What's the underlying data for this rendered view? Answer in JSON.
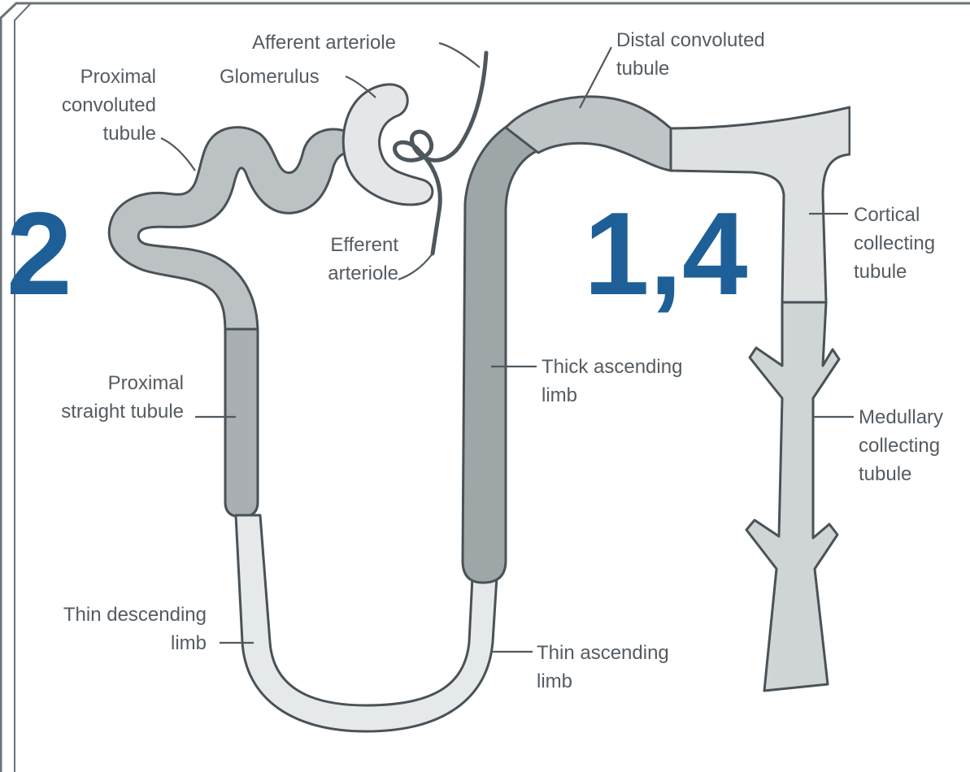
{
  "labels": {
    "afferent_arteriole": "Afferent arteriole",
    "glomerulus": "Glomerulus",
    "proximal_convoluted": [
      "Proximal",
      "convoluted",
      "tubule"
    ],
    "distal_convoluted": [
      "Distal convoluted",
      "tubule"
    ],
    "efferent_arteriole": [
      "Efferent",
      "arteriole"
    ],
    "cortical_collecting": [
      "Cortical",
      "collecting",
      "tubule"
    ],
    "thick_ascending": [
      "Thick ascending",
      "limb"
    ],
    "proximal_straight": [
      "Proximal",
      "straight tubule"
    ],
    "medullary_collecting": [
      "Medullary",
      "collecting",
      "tubule"
    ],
    "thin_descending": [
      "Thin descending",
      "limb"
    ],
    "thin_ascending": [
      "Thin ascending",
      "limb"
    ]
  },
  "annotations": {
    "left_number": "2",
    "right_number": "1,4"
  },
  "colors": {
    "proximal": "#bcc1c4",
    "proximal_straight": "#a9afb2",
    "thick_ascending": "#9ea6a8",
    "distal": "#bfc4c6",
    "thin_limb": "#e6e9ea",
    "glomerulus": "#e4e6e7",
    "collecting_cortical": "#dde1e2",
    "collecting_medullary": "#cfd4d5",
    "annotation": "#1e5f98"
  }
}
